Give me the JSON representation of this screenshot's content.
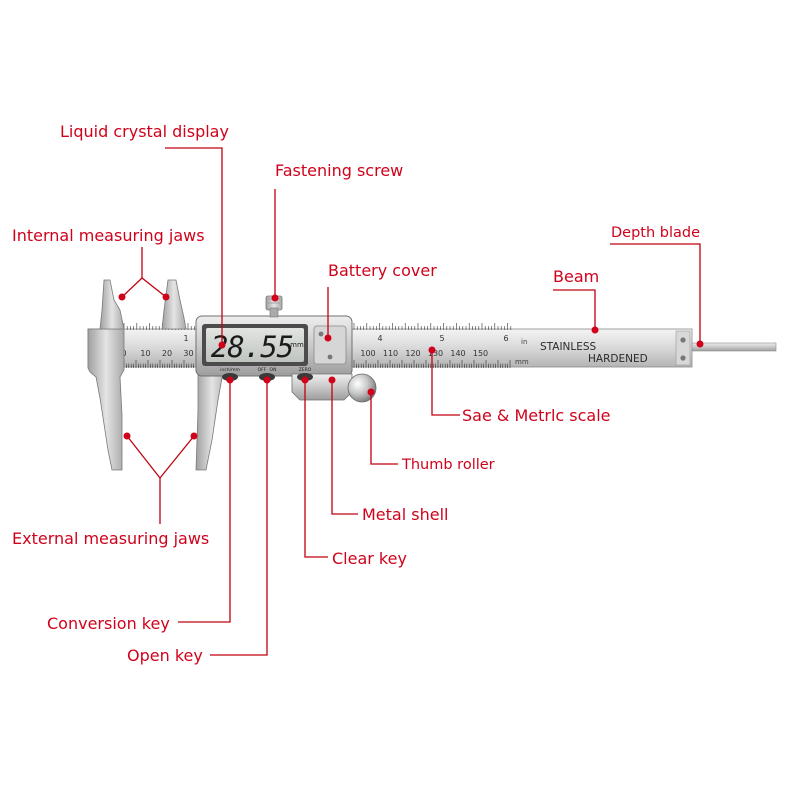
{
  "labels": {
    "lcd": "Liquid crystal display",
    "fastening_screw": "Fastening screw",
    "internal_jaws": "Internal measuring jaws",
    "battery_cover": "Battery cover",
    "beam": "Beam",
    "depth_blade": "Depth blade",
    "scale": "Sae & Metrlc scale",
    "thumb_roller": "Thumb roller",
    "metal_shell": "Metal shell",
    "external_jaws": "External measuring jaws",
    "clear_key": "Clear key",
    "conversion_key": "Conversion key",
    "open_key": "Open key"
  },
  "caliper": {
    "display_value": "28.55",
    "display_unit": "mm",
    "beam_text_line1": "STAINLESS",
    "beam_text_line2": "HARDENED",
    "inch_unit": "in",
    "mm_unit": "mm",
    "button_labels": [
      "inch/mm",
      "OFF",
      "ON",
      "ZERO"
    ],
    "mm_ticks_left": [
      "0",
      "10",
      "20",
      "30"
    ],
    "mm_ticks_right": [
      "100",
      "110",
      "120",
      "130",
      "140",
      "150"
    ],
    "inch_ticks": [
      "1",
      "4",
      "5",
      "6"
    ]
  },
  "colors": {
    "label": "#d0021b",
    "leader": "#c0000f",
    "metal": "#c8c8c8",
    "lcd": "#cfd3cf"
  }
}
